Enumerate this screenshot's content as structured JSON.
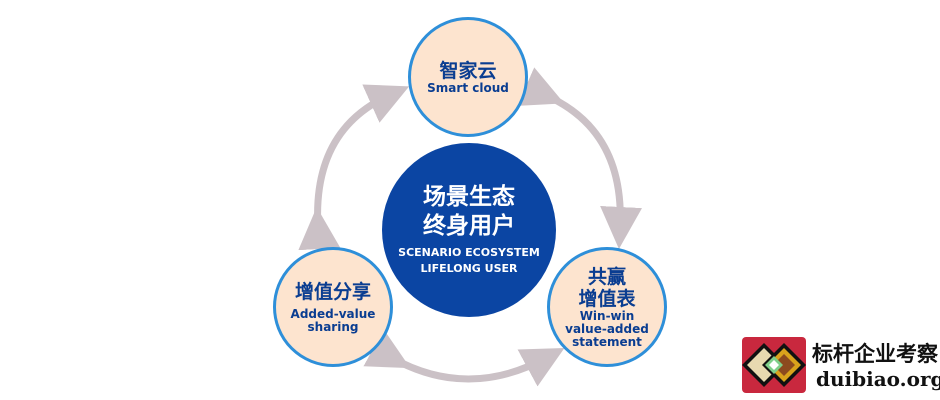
{
  "center": {
    "zh_line1": "场景生态",
    "zh_line2": "终身用户",
    "en_line1": "SCENARIO ECOSYSTEM",
    "en_line2": "LIFELONG USER"
  },
  "nodes": {
    "top": {
      "zh": "智家云",
      "en": "Smart cloud"
    },
    "left": {
      "zh": "增值分享",
      "en_line1": "Added-value",
      "en_line2": "sharing"
    },
    "right": {
      "zh_line1": "共赢",
      "zh_line2": "增值表",
      "en_line1": "Win-win",
      "en_line2": "value-added",
      "en_line3": "statement"
    }
  },
  "watermark": {
    "name": "标杆企业考察",
    "url": "duibiao.org"
  },
  "colors": {
    "node_fill": "#fde4cf",
    "node_border": "#2e8fd9",
    "center_fill": "#0b45a3",
    "arrow": "#cbc1c6",
    "text": "#0a3d91"
  }
}
